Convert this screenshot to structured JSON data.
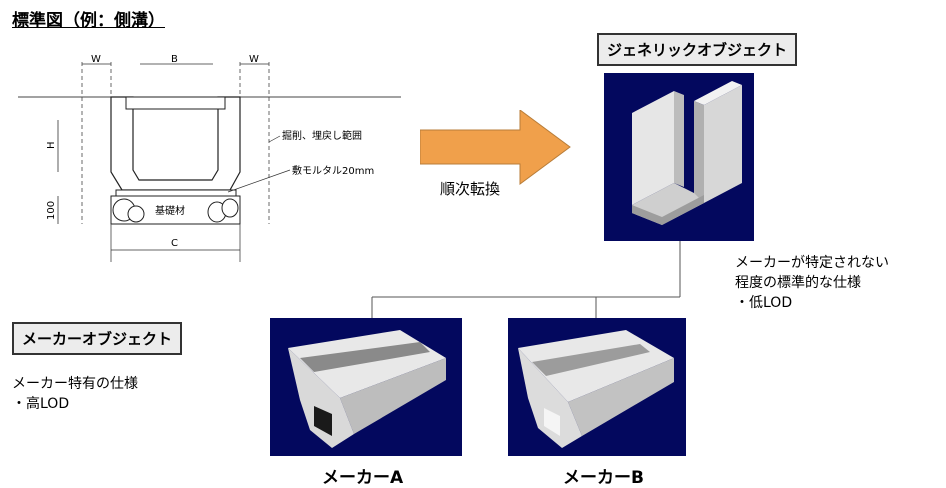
{
  "standard_drawing": {
    "title": "標準図（例：側溝）",
    "labels": {
      "w_left": "W",
      "b": "B",
      "w_right": "W",
      "h": "H",
      "depth": "100",
      "c": "C",
      "excavation": "掘削、埋戻し範囲",
      "mortar": "敷モルタル20mm",
      "base": "基礎材"
    }
  },
  "arrow_label": "順次転換",
  "generic": {
    "label": "ジェネリックオブジェクト",
    "description_line1": "メーカーが特定されない",
    "description_line2": "程度の標準的な仕様",
    "description_line3": "・低LOD"
  },
  "maker": {
    "label": "メーカーオブジェクト",
    "description_line1": "メーカー特有の仕様",
    "description_line2": "・高LOD"
  },
  "maker_a": {
    "caption": "メーカーA"
  },
  "maker_b": {
    "caption": "メーカーB"
  },
  "colors": {
    "panel_bg": "#03085e",
    "arrow": "#f0a04b",
    "label_bg": "#ececec"
  }
}
